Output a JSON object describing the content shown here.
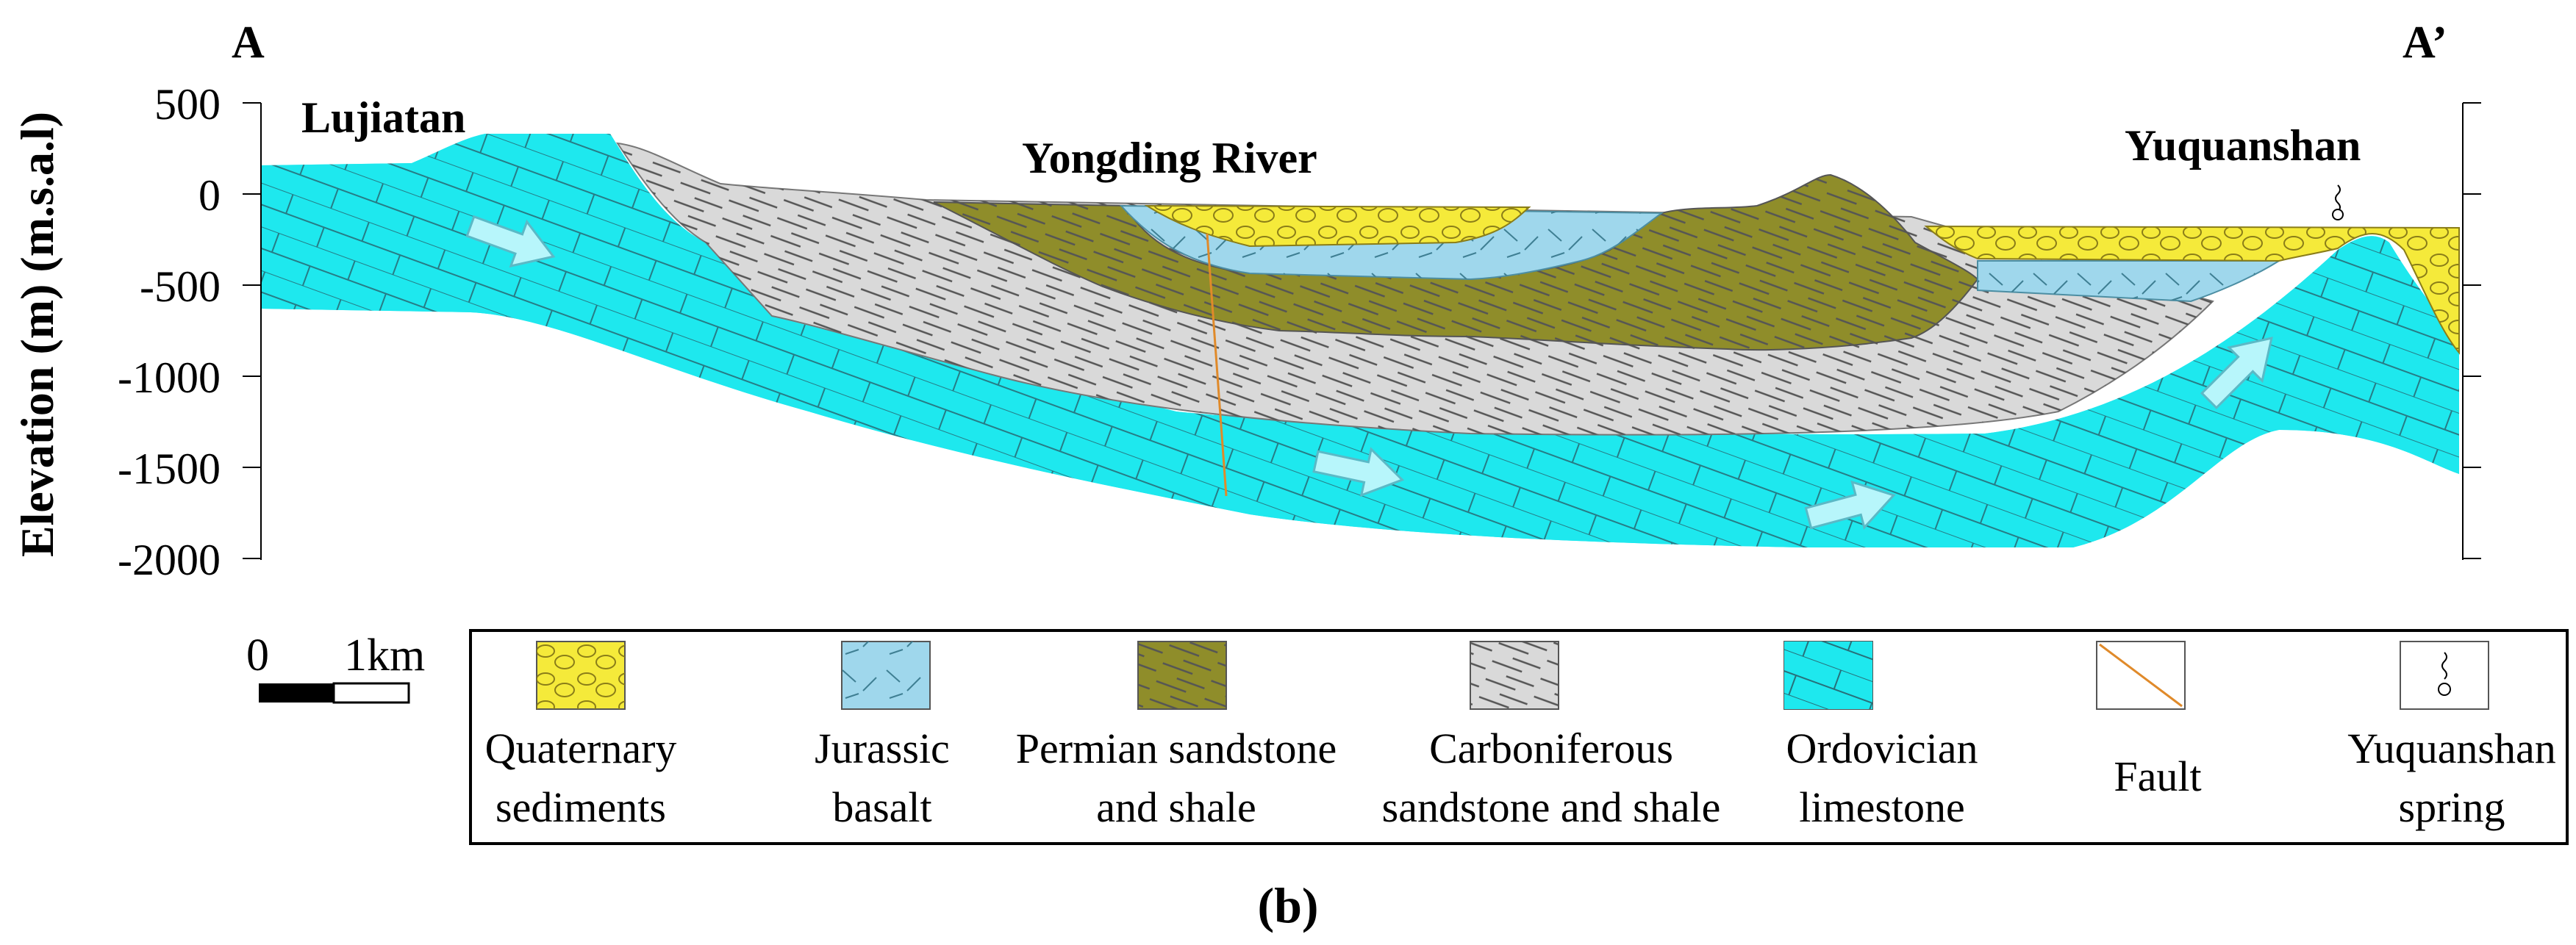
{
  "section": {
    "start_label": "A",
    "end_label": "A’",
    "places": [
      "Lujiatan",
      "Yongding River",
      "Yuquanshan"
    ],
    "axis_title": "Elevation (m) (m.s.a.l)",
    "axis_ticks": [
      {
        "value": 500,
        "label": "500"
      },
      {
        "value": 0,
        "label": "0"
      },
      {
        "value": -500,
        "label": "-500"
      },
      {
        "value": -1000,
        "label": "-1000"
      },
      {
        "value": -1500,
        "label": "-1500"
      },
      {
        "value": -2000,
        "label": "-2000"
      }
    ]
  },
  "scale_bar": {
    "start_label": "0",
    "end_label": "1km"
  },
  "legend": {
    "items": [
      {
        "line1": "Quaternary",
        "line2": "sediments",
        "color": "#f5ea3a",
        "pattern": "pebble"
      },
      {
        "line1": "Jurassic",
        "line2": "basalt",
        "color": "#9fd7ec",
        "pattern": "basalt"
      },
      {
        "line1": "Permian sandstone",
        "line2": "and shale",
        "color": "#8f8d2a",
        "pattern": "dash"
      },
      {
        "line1": "Carboniferous",
        "line2": "sandstone and shale",
        "color": "#d9d9d9",
        "pattern": "dash"
      },
      {
        "line1": "Ordovician",
        "line2": "limestone",
        "color": "#1ee8ee",
        "pattern": "brick"
      },
      {
        "line1": "Fault",
        "line2": "",
        "color": "#e08a2a",
        "pattern": "line"
      },
      {
        "line1": "Yuquanshan",
        "line2": "spring",
        "color": "#ffffff",
        "pattern": "spring"
      }
    ]
  },
  "caption": "(b)"
}
